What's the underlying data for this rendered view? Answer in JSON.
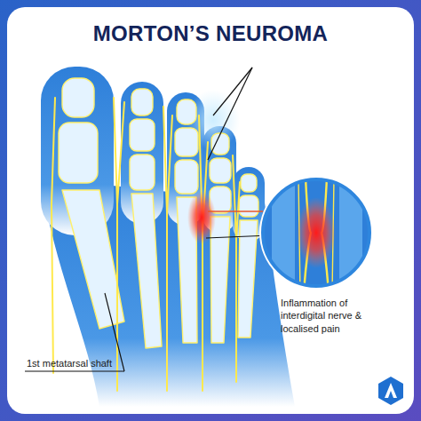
{
  "diagram": {
    "title": "MORTON’S NEUROMA",
    "labels": [
      "Inflammation of interdigital nerve & localised pain",
      "1st metatarsal shaft"
    ]
  }
}
